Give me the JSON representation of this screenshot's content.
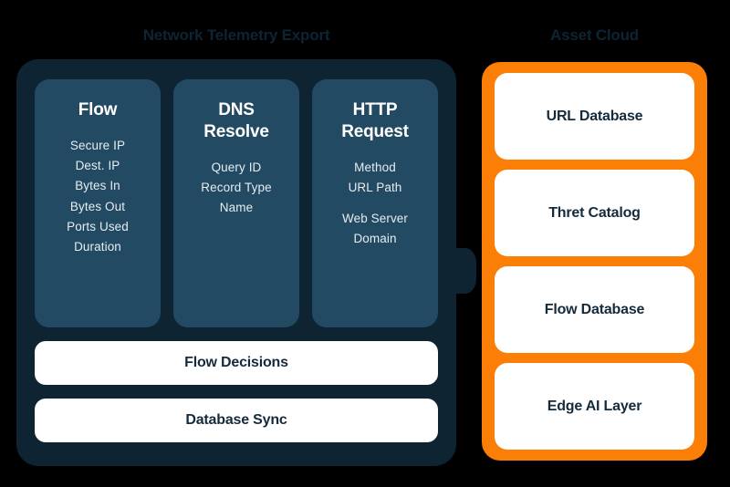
{
  "diagram": {
    "background_color": "#000000",
    "left": {
      "title": "Network Telemetry Export",
      "panel_color": "#0E2433",
      "card_color": "#234A63",
      "cards": [
        {
          "title": "Flow",
          "fields": [
            "Secure IP",
            "Dest. IP",
            "Bytes In",
            "Bytes Out",
            "Ports Used",
            "Duration"
          ]
        },
        {
          "title": "DNS Resolve",
          "title_line1": "DNS",
          "title_line2": "Resolve",
          "fields": [
            "Query ID",
            "Record Type",
            "Name"
          ]
        },
        {
          "title": "HTTP Request",
          "title_line1": "HTTP",
          "title_line2": "Request",
          "fields": [
            "Method",
            "URL Path",
            "Web Server",
            "Domain"
          ]
        }
      ],
      "bars": [
        {
          "label": "Flow Decisions"
        },
        {
          "label": "Database Sync"
        }
      ]
    },
    "connector": {
      "icon": "arrow-right-icon",
      "color": "#0E2433",
      "direction": "right"
    },
    "right": {
      "title": "Asset Cloud",
      "panel_color": "#FB7E07",
      "cards": [
        {
          "label": "URL Database"
        },
        {
          "label": "Thret Catalog"
        },
        {
          "label": "Flow Database"
        },
        {
          "label": "Edge AI Layer"
        }
      ]
    }
  }
}
